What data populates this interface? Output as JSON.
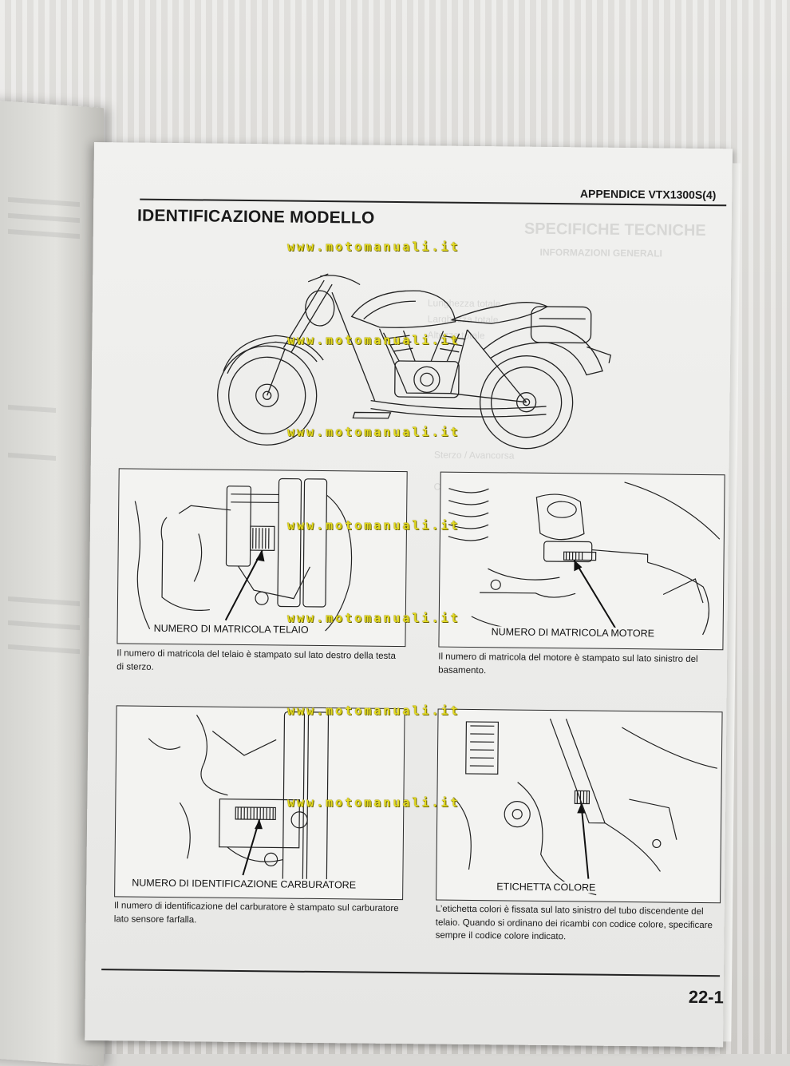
{
  "header": {
    "section": "APPENDICE VTX1300S(4)"
  },
  "title": "IDENTIFICAZIONE MODELLO",
  "watermark": "www.motomanuali.it",
  "panels": {
    "frame": {
      "label": "NUMERO DI MATRICOLA TELAIO",
      "caption": "Il numero di matricola del telaio è stampato sul lato destro della testa di sterzo."
    },
    "engine": {
      "label": "NUMERO DI MATRICOLA MOTORE",
      "caption": "Il numero di matricola del motore è stampato sul lato sinistro del basamento."
    },
    "carburetor": {
      "label": "NUMERO DI IDENTIFICAZIONE CARBURATORE",
      "caption": "Il numero di identificazione del carburatore è stampato sul carburatore lato sensore farfalla."
    },
    "color": {
      "label": "ETICHETTA COLORE",
      "caption": "L’etichetta colori è fissata sul lato sinistro del tubo discendente del telaio. Quando si ordinano dei ricambi con codice colore, specificare sempre il codice colore indicato."
    }
  },
  "page_number": "22-1"
}
